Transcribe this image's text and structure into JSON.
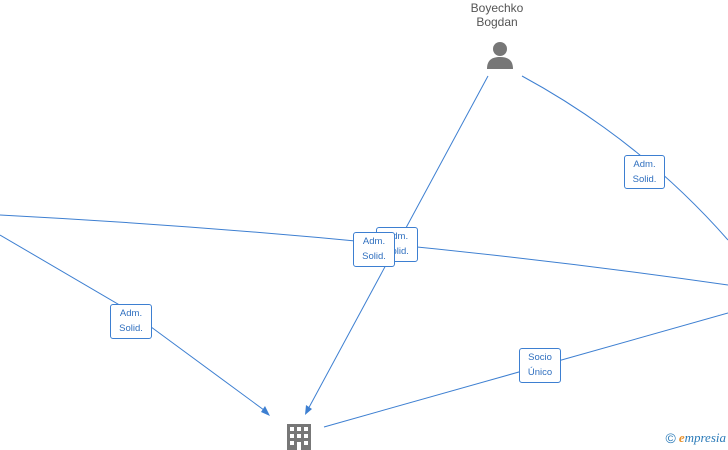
{
  "nodes": {
    "person": {
      "name_line1": "Boyechko",
      "name_line2": "Bogdan",
      "icon": "person-icon"
    },
    "company": {
      "icon": "building-icon"
    }
  },
  "edge_labels": [
    {
      "line1": "Adm.",
      "line2": "Solid."
    },
    {
      "line1": "Adm.",
      "line2": "Solid."
    },
    {
      "line1": "Adm.",
      "line2": "Solid."
    },
    {
      "line1": "Adm.",
      "line2": "Solid."
    },
    {
      "line1": "Socio",
      "line2": "Único"
    }
  ],
  "watermark": {
    "symbol": "©",
    "brand_initial": "e",
    "brand_rest": "mpresia"
  },
  "colors": {
    "edge": "#3d7fd1",
    "node_icon": "#777777",
    "label_text": "#2f6fbf"
  }
}
